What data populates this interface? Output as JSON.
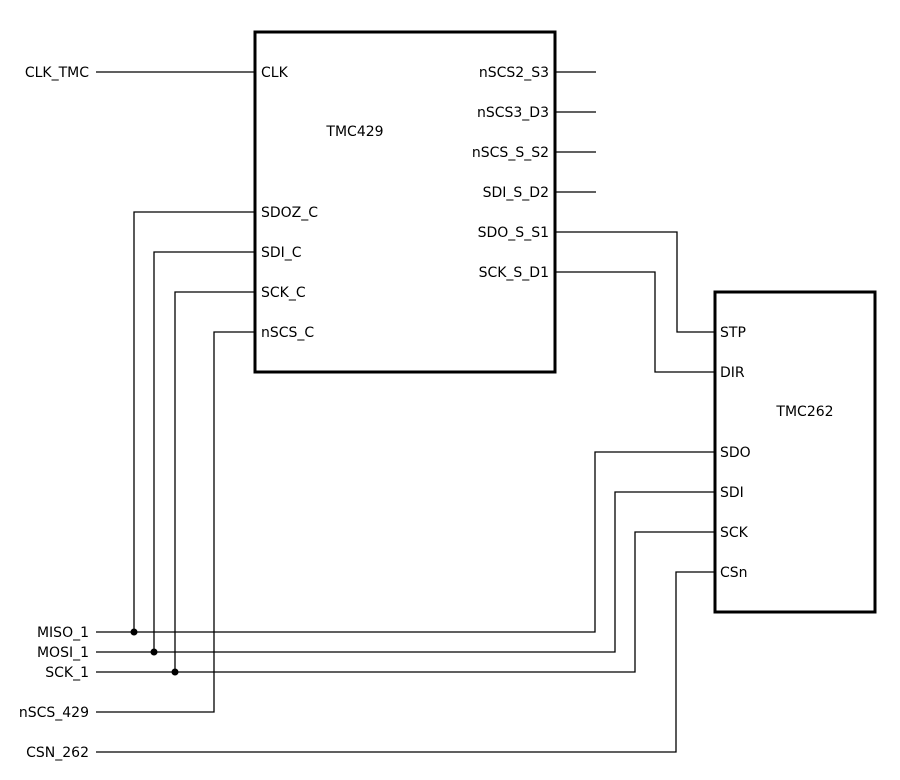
{
  "tmc429": {
    "name": "TMC429",
    "pins_left": [
      "CLK",
      "SDOZ_C",
      "SDI_C",
      "SCK_C",
      "nSCS_C"
    ],
    "pins_right": [
      "nSCS2_S3",
      "nSCS3_D3",
      "nSCS_S_S2",
      "SDI_S_D2",
      "SDO_S_S1",
      "SCK_S_D1"
    ]
  },
  "tmc262": {
    "name": "TMC262",
    "pins_left": [
      "STP",
      "DIR",
      "SDO",
      "SDI",
      "SCK",
      "CSn"
    ]
  },
  "nets": {
    "clk": "CLK_TMC",
    "miso": "MISO_1",
    "mosi": "MOSI_1",
    "sck": "SCK_1",
    "cs429": "nSCS_429",
    "cs262": "CSN_262"
  }
}
